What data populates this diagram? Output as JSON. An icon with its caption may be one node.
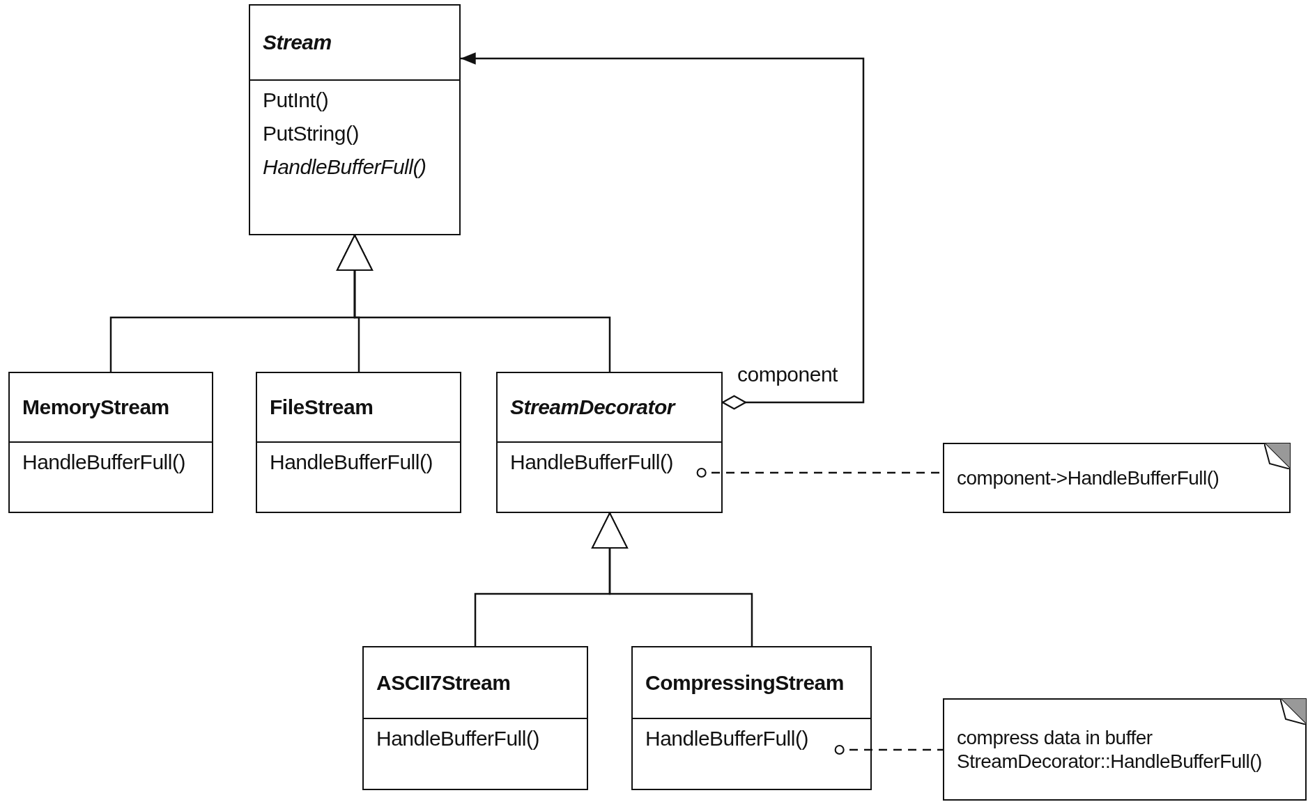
{
  "diagram": {
    "nodes": [
      {
        "text": [
          "Stream",
          "PutInt()",
          "PutString()",
          "HandleBufferFull()"
        ]
      },
      {
        "text": [
          "MemoryStream",
          "HandleBufferFull()"
        ]
      },
      {
        "text": [
          "FileStream",
          "HandleBufferFull()"
        ]
      },
      {
        "text": [
          "StreamDecorator",
          "HandleBufferFull()"
        ]
      },
      {
        "text": [
          "component->HandleBufferFull()"
        ]
      },
      {
        "text": [
          "ASCII7Stream",
          "HandleBufferFull()"
        ]
      },
      {
        "text": [
          "CompressingStream",
          "HandleBufferFull()"
        ]
      },
      {
        "text": [
          "compress data in buffer",
          "StreamDecorator::HandleBufferFull()"
        ]
      }
    ],
    "edges": [
      {
        "from": 1,
        "to": 0,
        "arrow": "to"
      },
      {
        "from": 2,
        "to": 0,
        "arrow": "to"
      },
      {
        "from": 3,
        "to": 0,
        "arrow": "to"
      },
      {
        "from": 3,
        "to": 0,
        "arrow": "to",
        "label": "component"
      },
      {
        "from": 3,
        "to": 4,
        "arrow": "other",
        "style": "dashed"
      },
      {
        "from": 5,
        "to": 3,
        "arrow": "to"
      },
      {
        "from": 6,
        "to": 3,
        "arrow": "to"
      },
      {
        "from": 6,
        "to": 7,
        "arrow": "other",
        "style": "dashed"
      }
    ]
  }
}
